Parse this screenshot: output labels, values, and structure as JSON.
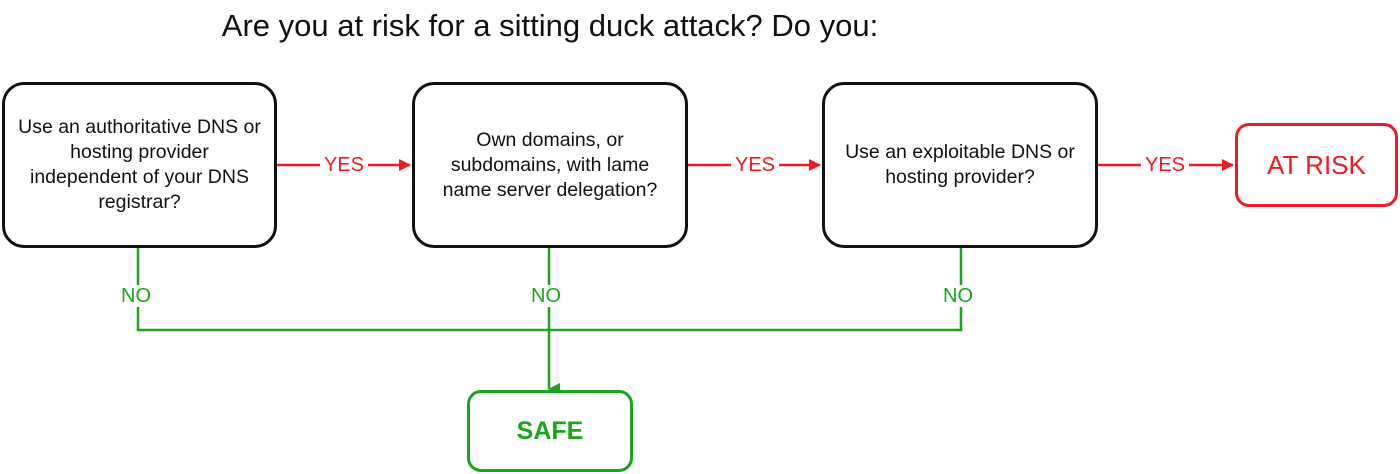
{
  "title": "Are you at risk for a sitting duck attack? Do you:",
  "questions": [
    {
      "text": "Use an authoritative DNS or hosting provider independent of your DNS registrar?"
    },
    {
      "text": "Own domains, or subdomains, with lame name server delegation?"
    },
    {
      "text": "Use an exploitable DNS or hosting provider?"
    }
  ],
  "yes_label": "YES",
  "no_label": "NO",
  "outcomes": {
    "risk": "AT RISK",
    "safe": "SAFE"
  },
  "colors": {
    "yes": "#ee1b24",
    "no": "#1aa51a",
    "box_border": "#111111"
  }
}
